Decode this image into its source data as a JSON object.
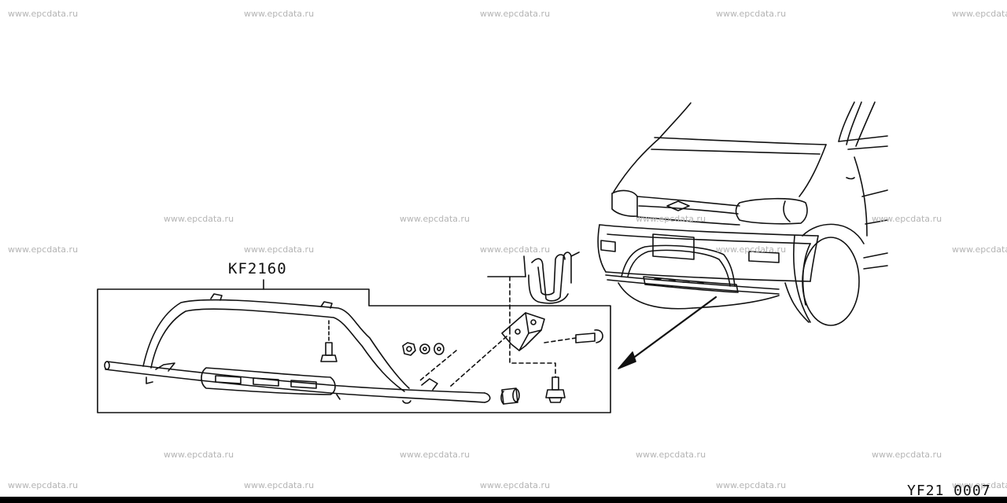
{
  "watermarks": [
    "www.epcdata.ru",
    "www.epcdata.ru",
    "www.epcdata.ru",
    "www.epcdata.ru",
    "www.epcdata.ru",
    "www.epcdata.ru",
    "www.epcdata.ru",
    "www.epcdata.ru",
    "www.epcdata.ru",
    "www.epcdata.ru",
    "www.epcdata.ru",
    "www.epcdata.ru",
    "www.epcdata.ru",
    "www.epcdata.ru",
    "www.epcdata.ru",
    "www.epcdata.ru",
    "www.epcdata.ru",
    "www.epcdata.ru",
    "www.epcdata.ru",
    "www.epcdata.ru",
    "www.epcdata.ru",
    "www.epcdata.ru",
    "www.epcdata.ru"
  ],
  "part_code": "KF2160",
  "drawing_id": "YF21 0007"
}
